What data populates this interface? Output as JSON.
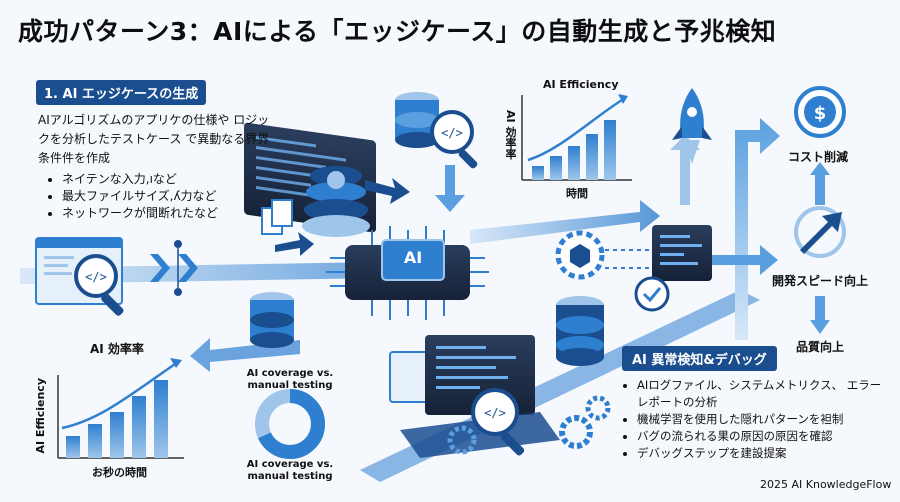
{
  "title": "成功パターン3：AIによる「エッジケース」の自動生成と予兆検知",
  "section1": {
    "heading": "1. AI エッジケースの生成",
    "description": "AIアルゴリズムのアプリケの仕様や ロジックを分析したテストケース で異動なる界界条件件を作成",
    "bullets": [
      "ネイテンな入力,ıなど",
      "最大ファイルサイズ,ʎ力など",
      "ネットワークが間断れたなど"
    ]
  },
  "chart_top": {
    "title": "AI Efficiency",
    "ylabel": "AI 効率率",
    "xlabel": "時間"
  },
  "chart_bottom": {
    "title": "AI 効率率",
    "ylabel": "AI Efficiency",
    "xlabel": "お秒の時間"
  },
  "coverage": {
    "label_top": "AI coverage vs. manual testing",
    "label_bottom": "AI coverage vs. manual testing"
  },
  "chip_label": "AI",
  "right_flow": {
    "cost": "コスト削減",
    "speed": "開発スピード向上",
    "quality": "品質向上"
  },
  "section2": {
    "heading": "AI 異常検知&デバッグ",
    "bullets": [
      "AIログファイル、システムメトリクス、 エラーレポートの分析",
      "機械学習を使用した隠れパターンを袒制",
      "バグの流られる果の原因の原因を確認",
      "デバッグステップを建設提案"
    ]
  },
  "footer": "2025 AI KnowledgeFlow",
  "colors": {
    "primary": "#1b4e8f",
    "accent": "#2f7fd0",
    "light": "#9fc6ea"
  }
}
